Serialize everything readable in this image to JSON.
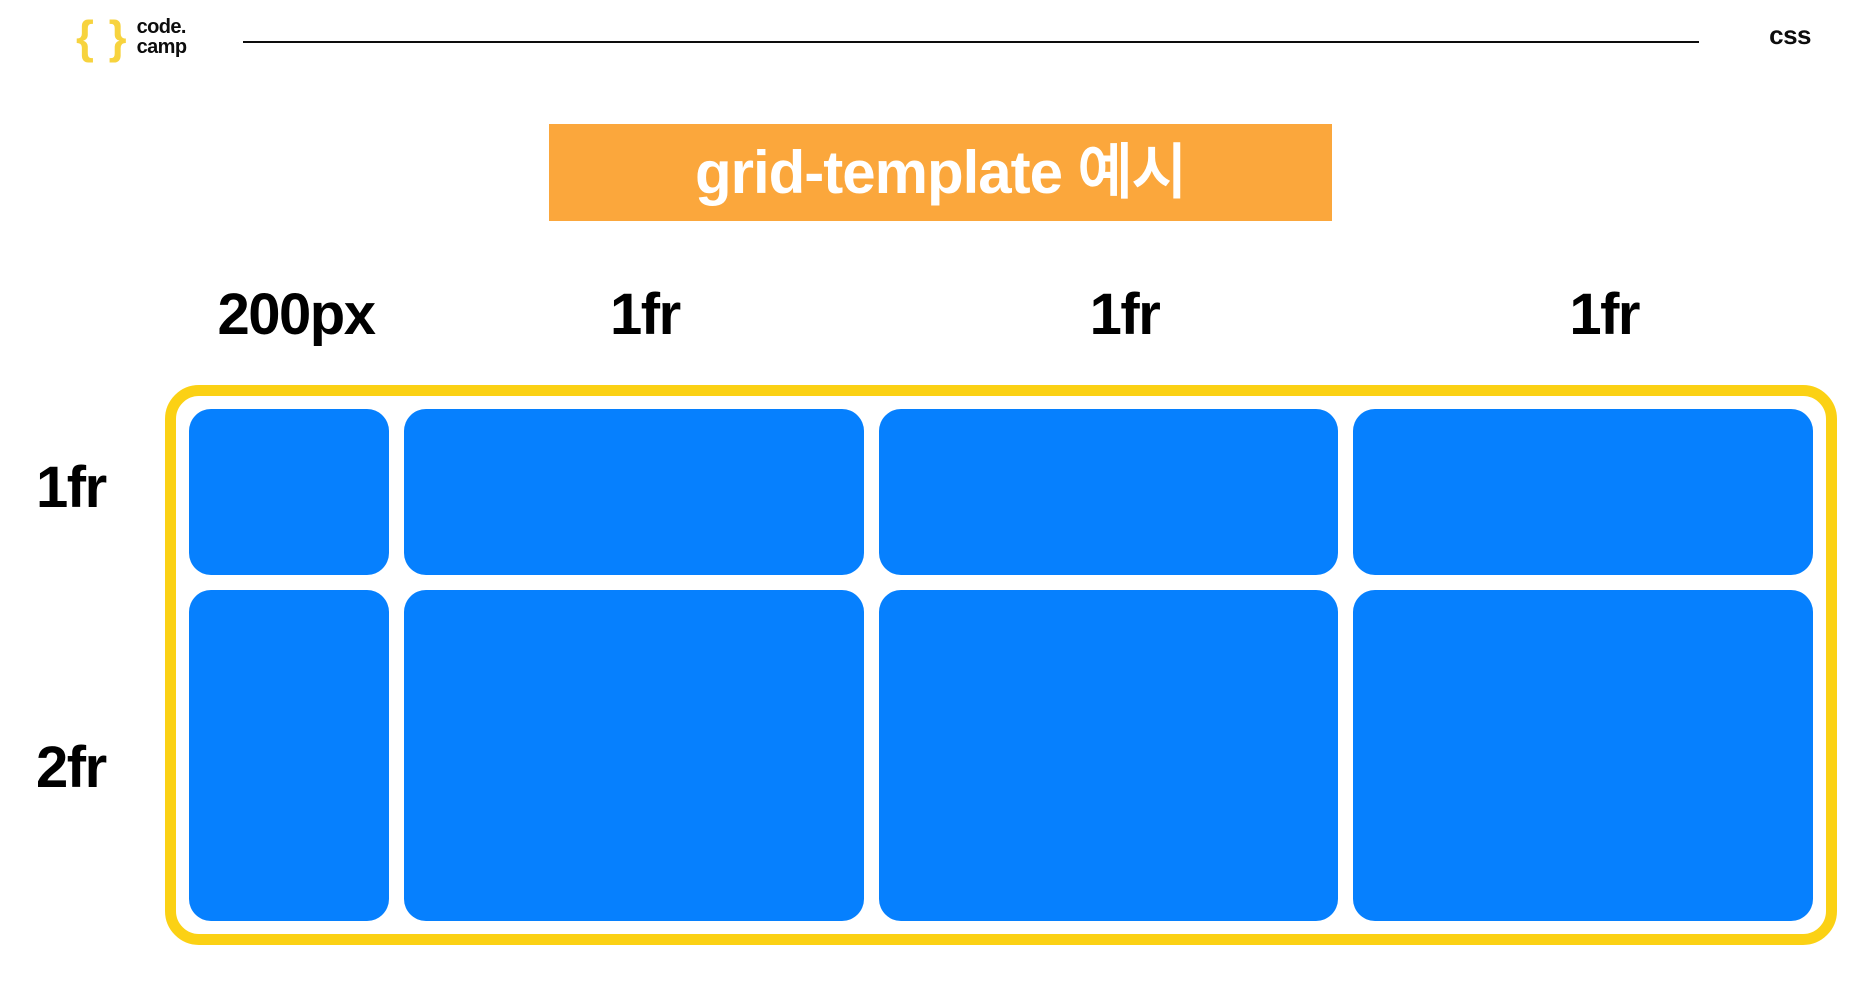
{
  "header": {
    "logo_braces": "{ }",
    "logo_line1": "code.",
    "logo_line2": "camp",
    "topic_label": "css"
  },
  "title": {
    "text": "grid-template 예시",
    "background_color": "#FBA73C",
    "text_color": "#FFFFFF"
  },
  "grid": {
    "container_border_color": "#FBD114",
    "cell_color": "#0680FE",
    "column_template": "200px 1fr 1fr 1fr",
    "row_template": "1fr 2fr",
    "column_labels": [
      {
        "label": "200px"
      },
      {
        "label": "1fr"
      },
      {
        "label": "1fr"
      },
      {
        "label": "1fr"
      }
    ],
    "row_labels": [
      {
        "label": "1fr"
      },
      {
        "label": "2fr"
      }
    ],
    "cells": [
      {
        "id": "cell-r1c1"
      },
      {
        "id": "cell-r1c2"
      },
      {
        "id": "cell-r1c3"
      },
      {
        "id": "cell-r1c4"
      },
      {
        "id": "cell-r2c1"
      },
      {
        "id": "cell-r2c2"
      },
      {
        "id": "cell-r2c3"
      },
      {
        "id": "cell-r2c4"
      }
    ]
  }
}
